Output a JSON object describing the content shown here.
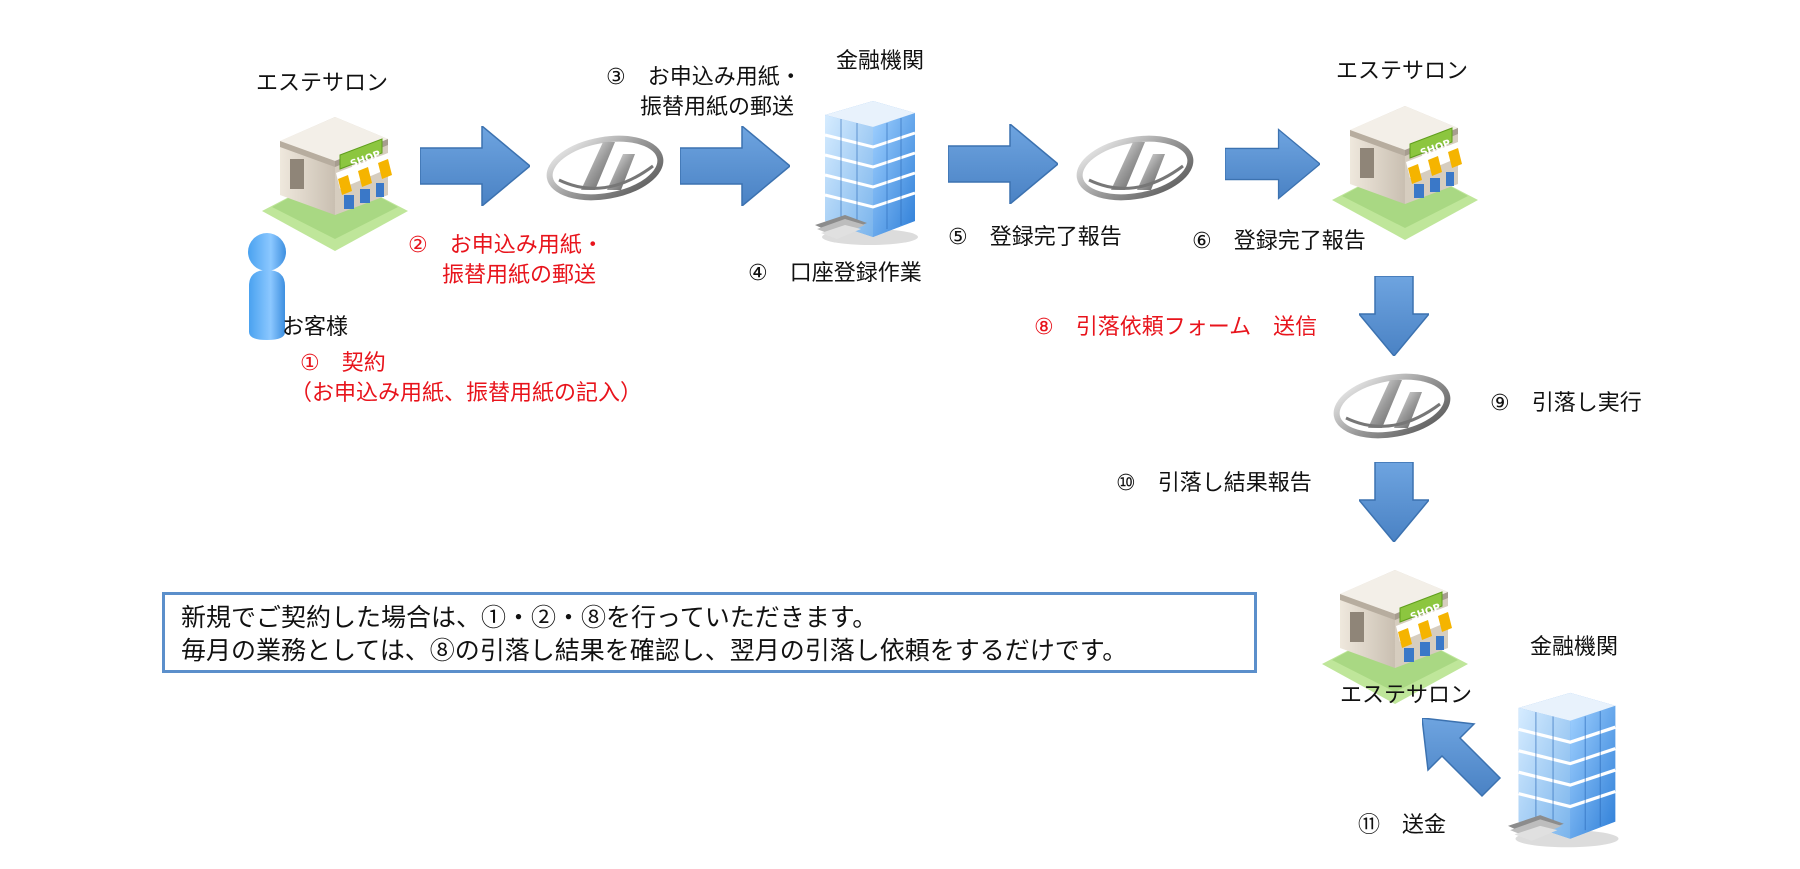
{
  "labels": {
    "salon_1": "エステサロン",
    "customer": "お客様",
    "step1_line1": "①　契約",
    "step1_line2": "（お申込み用紙、振替用紙の記入）",
    "step2_line1": "②　お申込み用紙・",
    "step2_line2": "振替用紙の郵送",
    "step3_line1": "③　お申込み用紙・",
    "step3_line2": "振替用紙の郵送",
    "bank_1": "金融機関",
    "step4": "④　口座登録作業",
    "step5": "⑤　登録完了報告",
    "salon_2": "エステサロン",
    "step6": "⑥　登録完了報告",
    "step8": "⑧　引落依頼フォーム　送信",
    "step9": "⑨　引落し実行",
    "step10": "⑩　引落し結果報告",
    "salon_3": "エステサロン",
    "bank_2": "金融機関",
    "step11": "⑪　送金"
  },
  "note": {
    "line1": "新規でご契約した場合は、①・②・⑧を行っていただきます。",
    "line2": "毎月の業務としては、⑧の引落し結果を確認し、翌月の引落し依頼をするだけです。"
  },
  "shop_sign": "SHOP",
  "icons": {
    "salon": "shop-building-icon",
    "bank": "office-building-icon",
    "agency": "company-logo-icon",
    "customer": "person-icon",
    "flow": "arrow-icon"
  },
  "colors": {
    "arrow": "#5b93d3",
    "red_text": "#e8141c",
    "note_border": "#5b8fcb",
    "building_blue": "#3f8be0",
    "awning_yellow": "#f5b400",
    "shop_green": "#b8e08c"
  }
}
